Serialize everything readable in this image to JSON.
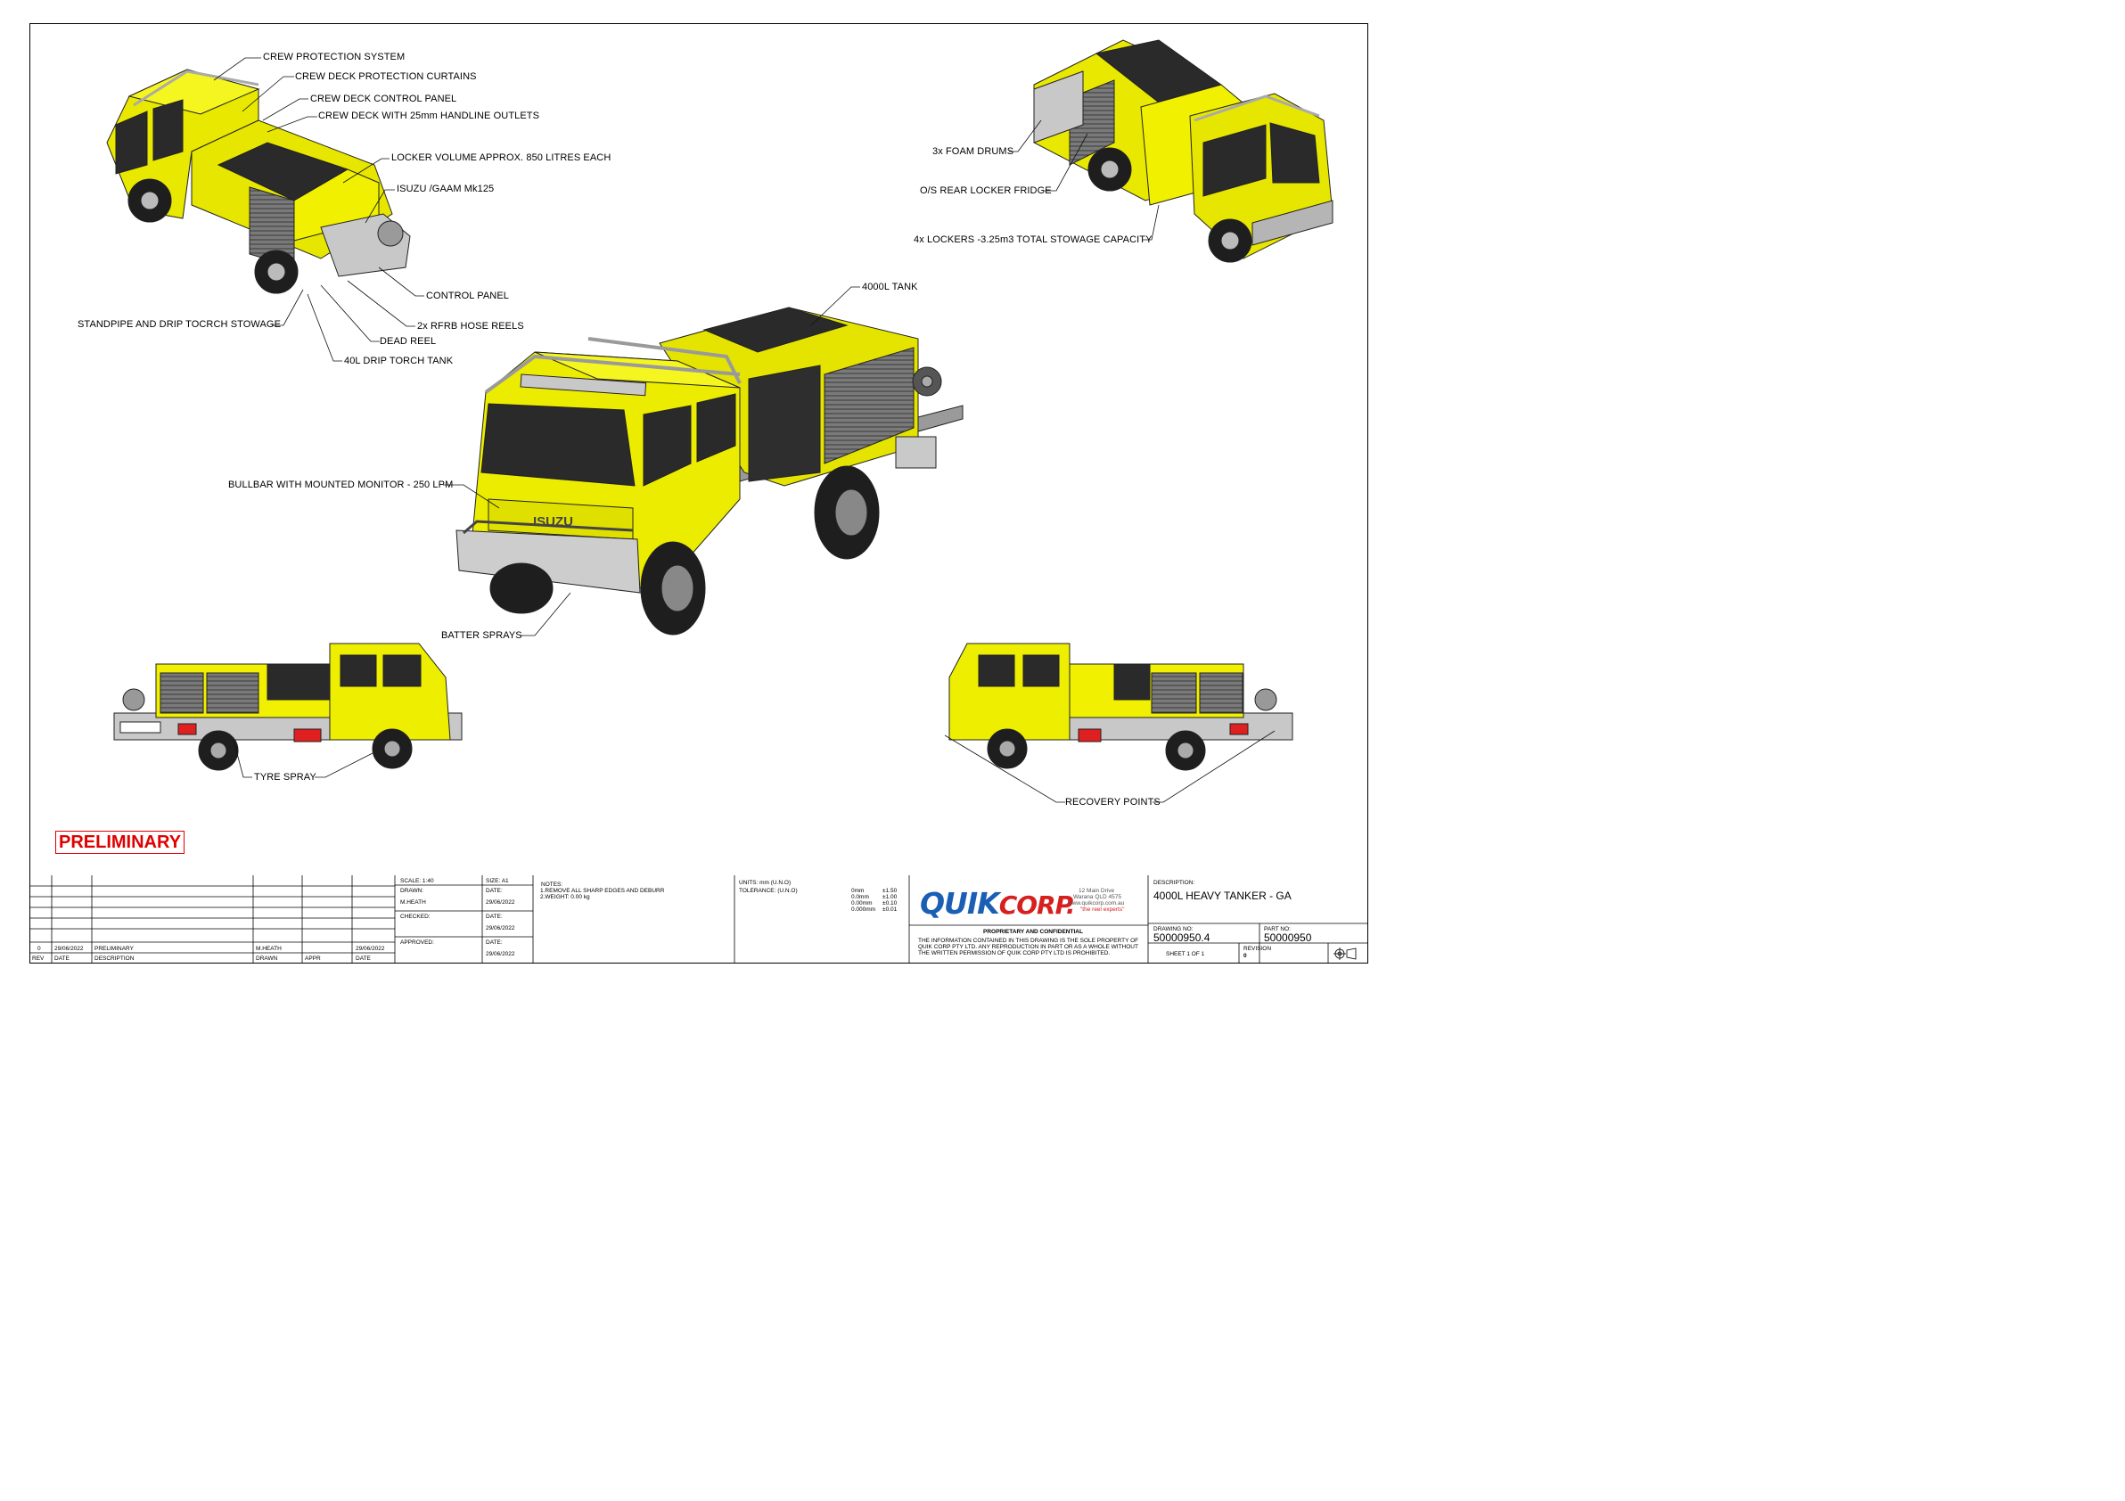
{
  "callouts": {
    "crew_protection_system": "CREW PROTECTION SYSTEM",
    "crew_deck_curtains": "CREW DECK PROTECTION CURTAINS",
    "crew_deck_control_panel": "CREW DECK CONTROL PANEL",
    "crew_deck_handline": "CREW DECK  WITH 25mm HANDLINE OUTLETS",
    "locker_volume": "LOCKER VOLUME APPROX. 850 LITRES EACH",
    "pump": "ISUZU /GAAM Mk125",
    "control_panel": "CONTROL PANEL",
    "hose_reels": "2x RFRB HOSE REELS",
    "dead_reel": "DEAD REEL",
    "drip_torch_tank": "40L DRIP TORCH TANK",
    "standpipe": "STANDPIPE AND DRIP TOCRCH STOWAGE",
    "tank_4000": "4000L TANK",
    "bullbar": "BULLBAR WITH MOUNTED MONITOR - 250 LPM",
    "batter_sprays": "BATTER SPRAYS",
    "foam_drums": "3x FOAM DRUMS",
    "rear_locker_fridge": "O/S REAR LOCKER FRIDGE",
    "lockers_capacity": "4x LOCKERS -3.25m3 TOTAL STOWAGE CAPACITY",
    "tyre_spray": "TYRE SPRAY",
    "recovery_points": "RECOVERY POINTS"
  },
  "stamp": "PRELIMINARY",
  "truck": {
    "cab_badge": "ISUZU"
  },
  "title_block": {
    "revisions": {
      "rev": "0",
      "date": "29/06/2022",
      "description": "PRELIMINARY",
      "drawn": "M.HEATH",
      "appr_date": "29/06/2022",
      "headers": {
        "rev": "REV",
        "date": "DATE",
        "description": "DESCRIPTION",
        "drawn": "DRAWN",
        "appr": "APPR",
        "date2": "DATE"
      }
    },
    "scale": "SCALE: 1:40",
    "size": "SIZE: A1",
    "drawn_label": "DRAWN:",
    "drawn_by": "M.HEATH",
    "date_label": "DATE:",
    "drawn_date": "29/06/2022",
    "checked_label": "CHECKED:",
    "checked_date_label": "DATE:",
    "checked_date": "29/06/2022",
    "approved_label": "APPROVED:",
    "approved_date_label": "DATE:",
    "approved_date": "29/06/2022",
    "notes_label": "NOTES:",
    "note_1": "1.REMOVE ALL SHARP EDGES AND DEBURR",
    "note_2": "2.WEIGHT: 0.00 kg",
    "units": "UNITS: mm (U.N.O)",
    "tolerance": "TOLERANCE: (U.N.O)",
    "tolerances": [
      {
        "dim": "0mm",
        "tol": "±1.50"
      },
      {
        "dim": "0.0mm",
        "tol": "±1.00"
      },
      {
        "dim": "0.00mm",
        "tol": "±0.10"
      },
      {
        "dim": "0.000mm",
        "tol": "±0.01"
      }
    ],
    "logo_quik": "QUIK",
    "logo_corp": "CORP.",
    "address_1": "12 Main Drive",
    "address_2": "Warana QLD 4575",
    "website": "www.quikcorp.com.au",
    "tagline": "\"the reel experts\"",
    "proprietary": "PROPRIETARY AND CONFIDENTIAL",
    "disclaimer_1": "THE INFORMATION CONTAINED IN THIS DRAWING IS THE SOLE PROPERTY OF",
    "disclaimer_2": "QUIK CORP PTY LTD. ANY REPRODUCTION IN PART OR AS A WHOLE WITHOUT",
    "disclaimer_3": "THE WRITTEN PERMISSION OF QUIK CORP PTY LTD IS PROHIBITED.",
    "description_label": "DESCRIPTION:",
    "description": "4000L HEAVY TANKER - GA",
    "drawing_no_label": "DRAWING NO:",
    "drawing_no": "50000950.4",
    "part_no_label": "PART NO:",
    "part_no": "50000950",
    "sheet": "SHEET 1 OF 1",
    "revision_label": "REVISION",
    "revision": "0"
  },
  "colors": {
    "body_yellow": "#f0f000",
    "dark_panel": "#2e2e2e",
    "locker_grey": "#6e6e6e",
    "stamp_red": "#e00000",
    "logo_blue": "#1a5fb4",
    "logo_red": "#d62020"
  }
}
